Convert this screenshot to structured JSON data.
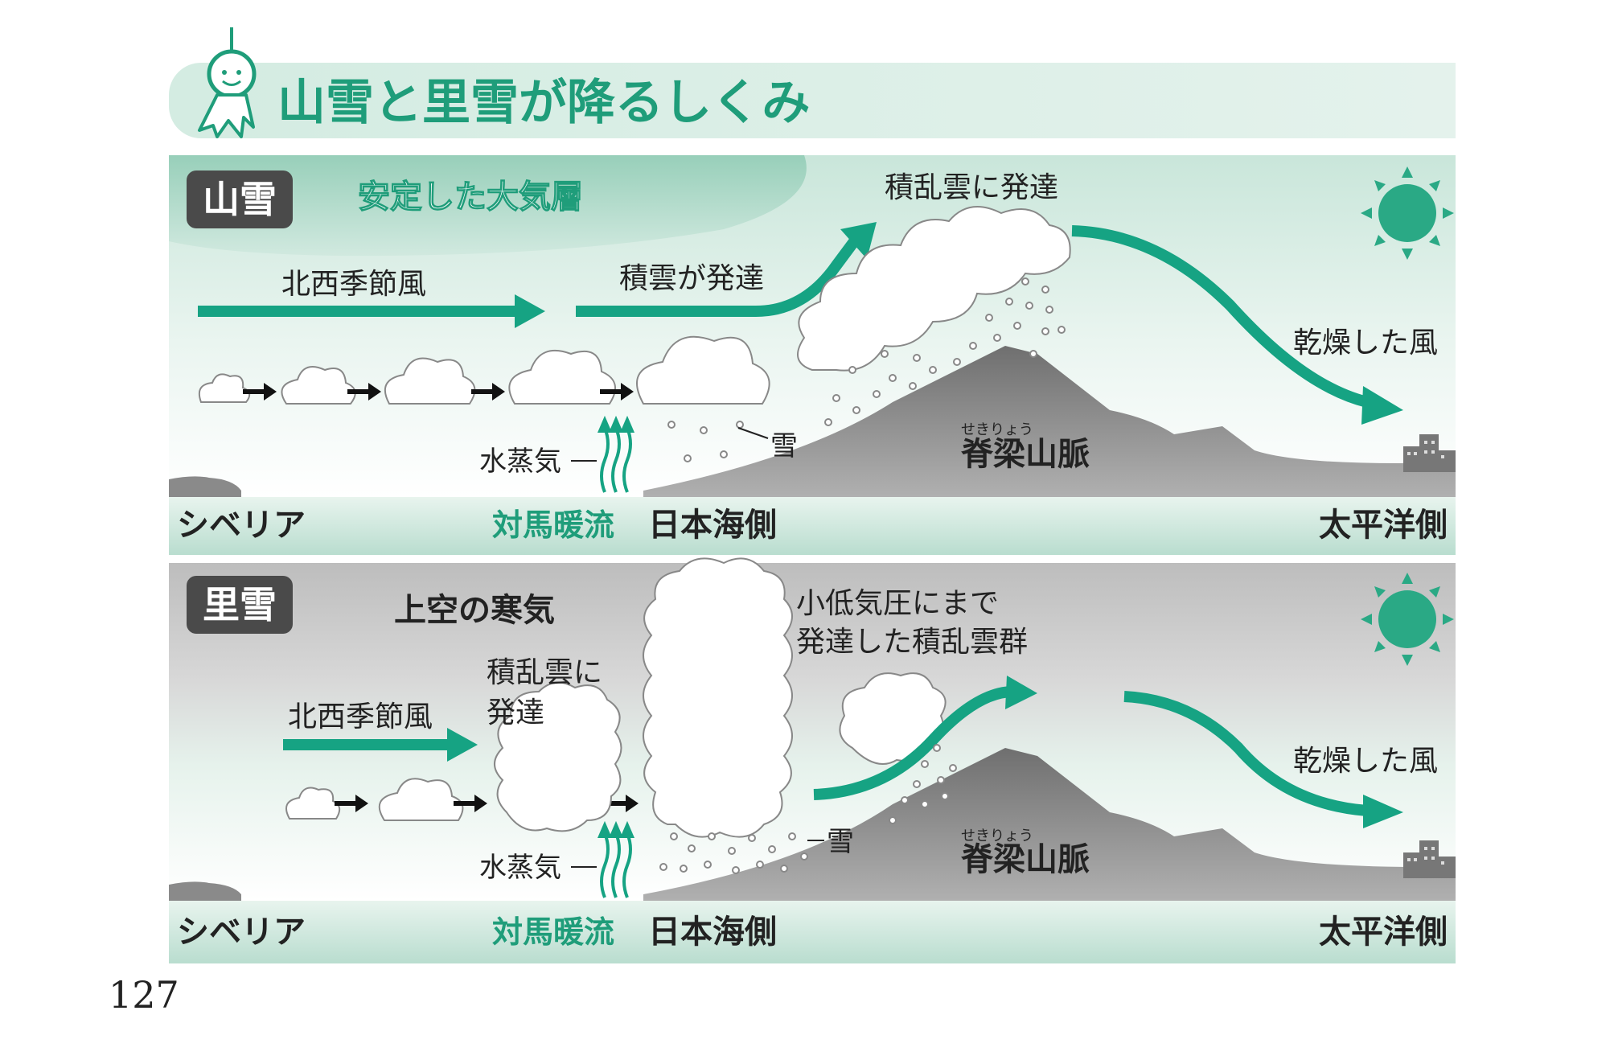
{
  "title": "山雪と里雪が降るしくみ",
  "page_number": "127",
  "colors": {
    "accent_green": "#1f9d7a",
    "arrow_green": "#16a383",
    "band_green": "#cfe8de",
    "label_dark": "#4a4a4a",
    "mountain_gray": "#8a8a8a",
    "sun_green": "#2aa985"
  },
  "icons": [
    "teru-teru-bozu-icon",
    "sun-icon",
    "city-buildings-icon",
    "cloud-icon",
    "snow-dots-icon",
    "vapor-arrows-icon"
  ],
  "panels": [
    {
      "badge": "山雪",
      "condition": "安定した大気層",
      "wind_label": "北西季節風",
      "cloud_label": "積雲が発達",
      "cumulonimbus_label": "積乱雲に発達",
      "dry_wind_label": "乾燥した風",
      "vapor_label": "水蒸気",
      "snow_label": "雪",
      "mountain_ruby": "せきりょう",
      "mountain_label": "脊梁山脈",
      "ground": {
        "siberia": "シベリア",
        "current": "対馬暖流",
        "sea_side": "日本海側",
        "pacific_side": "太平洋側"
      }
    },
    {
      "badge": "里雪",
      "condition": "上空の寒気",
      "wind_label": "北西季節風",
      "cloud_label_line1": "積乱雲に",
      "cloud_label_line2": "発達",
      "cluster_label_line1": "小低気圧にまで",
      "cluster_label_line2": "発達した積乱雲群",
      "dry_wind_label": "乾燥した風",
      "vapor_label": "水蒸気",
      "snow_label": "雪",
      "mountain_ruby": "せきりょう",
      "mountain_label": "脊梁山脈",
      "ground": {
        "siberia": "シベリア",
        "current": "対馬暖流",
        "sea_side": "日本海側",
        "pacific_side": "太平洋側"
      }
    }
  ]
}
